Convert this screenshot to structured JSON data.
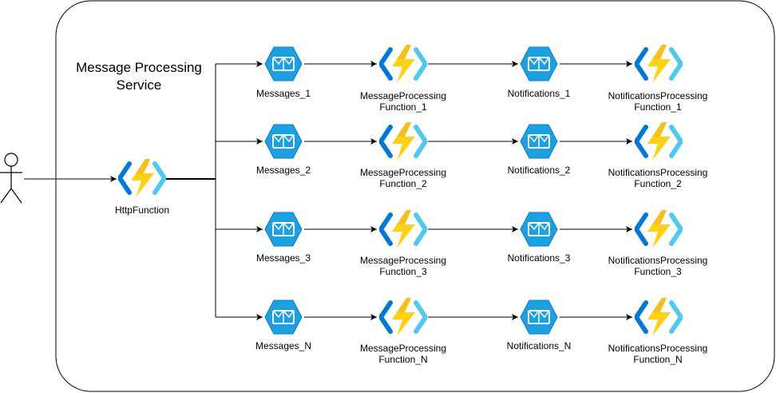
{
  "service": {
    "title_line1": "Message Processing",
    "title_line2": "Service"
  },
  "http_function": {
    "label": "HttpFunction"
  },
  "rows": [
    {
      "queue": "Messages_1",
      "func_l1": "MessageProcessing",
      "func_l2": "Function_1",
      "notif": "Notifications_1",
      "nfunc_l1": "NotificationsProcessing",
      "nfunc_l2": "Function_1"
    },
    {
      "queue": "Messages_2",
      "func_l1": "MessageProcessing",
      "func_l2": "Function_2",
      "notif": "Notifications_2",
      "nfunc_l1": "NotificationsProcessing",
      "nfunc_l2": "Function_2"
    },
    {
      "queue": "Messages_3",
      "func_l1": "MessageProcessing",
      "func_l2": "Function_3",
      "notif": "Notifications_3",
      "nfunc_l1": "NotificationsProcessing",
      "nfunc_l2": "Function_3"
    },
    {
      "queue": "Messages_N",
      "func_l1": "MessageProcessing",
      "func_l2": "Function_N",
      "notif": "Notifications_N",
      "nfunc_l1": "NotificationsProcessing",
      "nfunc_l2": "Function_N"
    }
  ],
  "icons": {
    "actor": "user-actor-icon",
    "function": "azure-function-icon",
    "queue": "service-bus-queue-icon"
  },
  "colors": {
    "queue_fill": "#1ba1e2",
    "queue_dark": "#0078d4",
    "bolt": "#fcd116",
    "bolt_dark": "#f5a623",
    "chevron_left": "#0078d4",
    "chevron_right": "#50c8f0"
  }
}
